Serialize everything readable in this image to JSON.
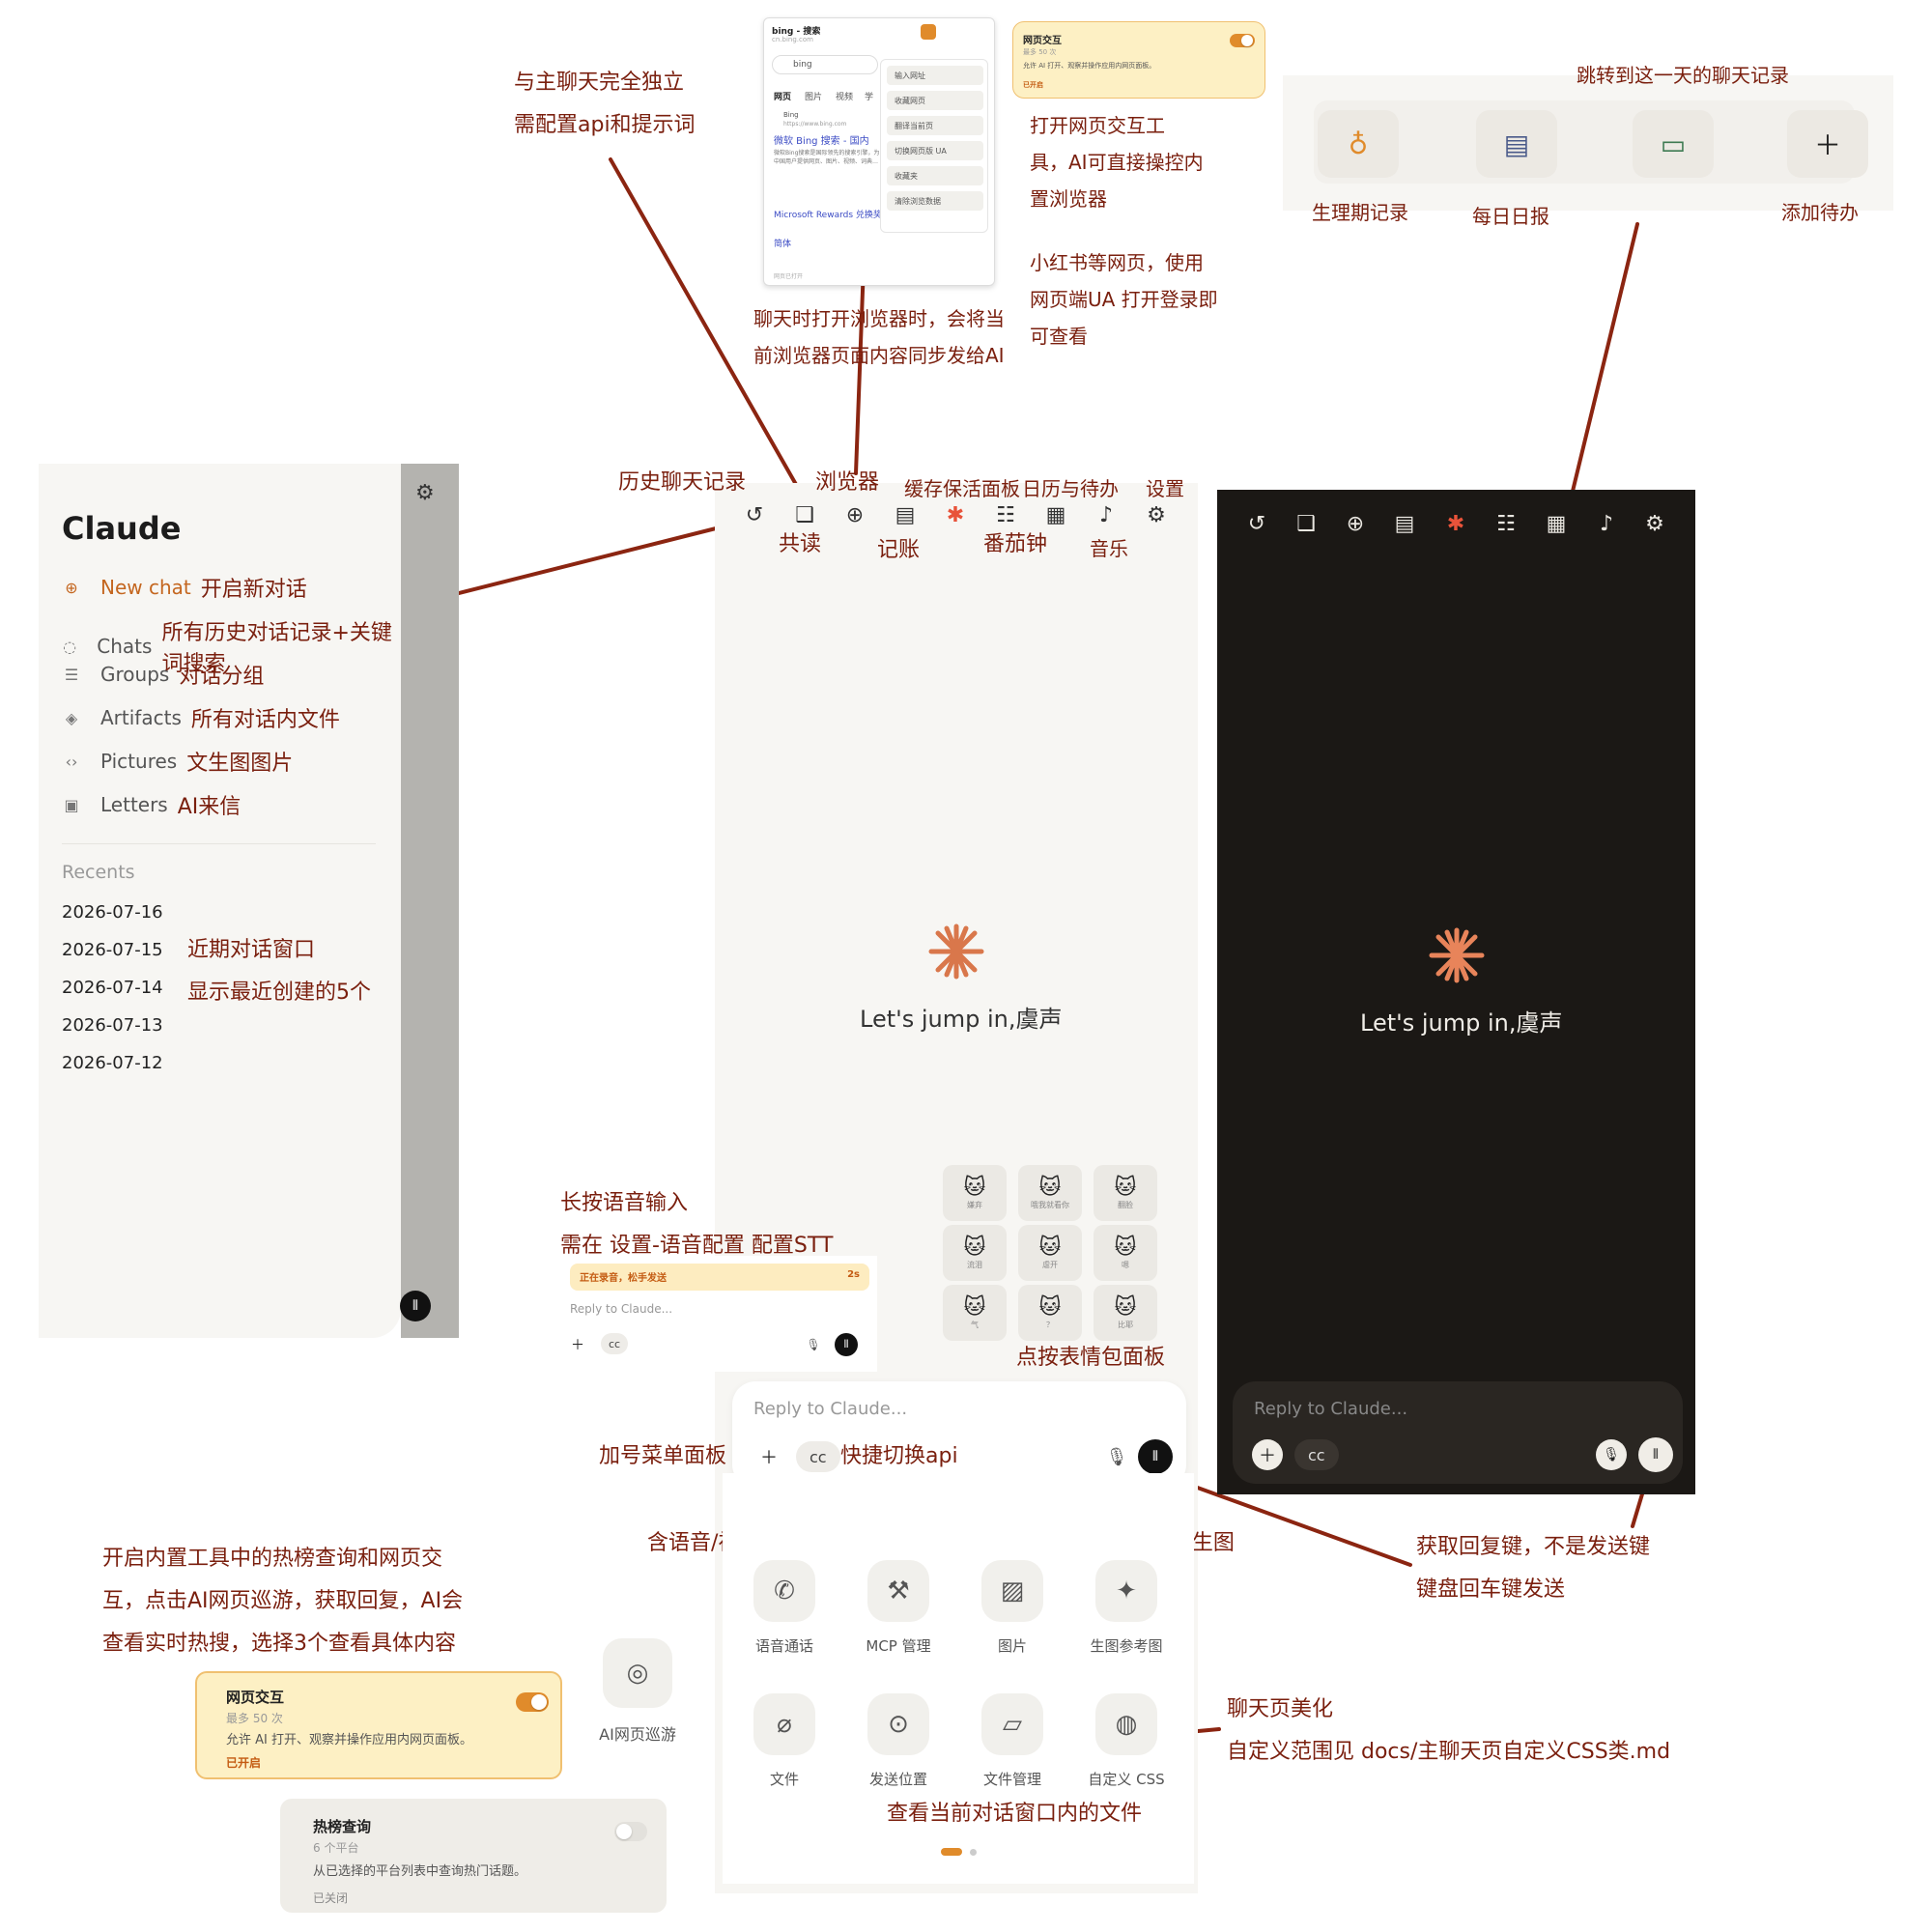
{
  "annotations": {
    "independent": [
      "与主聊天完全独立",
      "需配置api和提示词"
    ],
    "browser_sync": [
      "聊天时打开浏览器时，会将当",
      "前浏览器页面内容同步发给AI"
    ],
    "web_tool": [
      "打开网页交互工",
      "具，AI可直接操控内",
      "置浏览器"
    ],
    "xhs": [
      "小红书等网页，使用",
      "网页端UA 打开登录即",
      "可查看"
    ],
    "jump_day": "跳转到这一天的聊天记录",
    "history": "历史聊天记录",
    "browser": "浏览器",
    "cache": "缓存保活面板",
    "calendar": "日历与待办",
    "settings": "设置",
    "coread": "共读",
    "account": "记账",
    "pomodoro": "番茄钟",
    "music": "音乐",
    "recents": [
      "近期对话窗口",
      "显示最近创建的5个"
    ],
    "voice": [
      "长按语音输入",
      "需在 设置-语音配置 配置STT"
    ],
    "sticker": "点按表情包面板",
    "plus_menu": "加号菜单面板",
    "quick_api": "快捷切换api",
    "call": "含语音/视频/共享屏幕通话",
    "img_gen": "图生图/文+图生图",
    "reply_key": [
      "获取回复键，不是发送键",
      "键盘回车键发送"
    ],
    "ai_tour": [
      "开启内置工具中的热榜查询和网页交",
      "互，点击AI网页巡游，获取回复，AI会",
      "查看实时热搜，选择3个查看具体内容"
    ],
    "beautify": [
      "聊天页美化",
      "自定义范围见 docs/主聊天页自定义CSS类.md"
    ],
    "files_note": "查看当前对话窗口内的文件"
  },
  "sidebar": {
    "title": "Claude",
    "items": [
      {
        "label": "New chat",
        "note": "开启新对话",
        "icon": "plus-circle-icon"
      },
      {
        "label": "Chats",
        "note": "所有历史对话记录+关键词搜索",
        "icon": "chat-bubbles-icon"
      },
      {
        "label": "Groups",
        "note": "对话分组",
        "icon": "stack-icon"
      },
      {
        "label": "Artifacts",
        "note": "所有对话内文件",
        "icon": "shapes-icon"
      },
      {
        "label": "Pictures",
        "note": "文生图图片",
        "icon": "code-icon"
      },
      {
        "label": "Letters",
        "note": "AI来信",
        "icon": "mailbox-icon"
      }
    ],
    "recents_label": "Recents",
    "recents": [
      "2026-07-16",
      "2026-07-15",
      "2026-07-14",
      "2026-07-13",
      "2026-07-12"
    ]
  },
  "chat": {
    "greeting": "Let's jump in,虞声",
    "placeholder": "Reply to Claude...",
    "cc": "cc"
  },
  "voice_bar": {
    "text": "正在录音，松手发送",
    "time": "2s"
  },
  "menu": {
    "row1": [
      "语音通话",
      "MCP 管理",
      "图片",
      "生图参考图"
    ],
    "row2": [
      "文件",
      "发送位置",
      "文件管理",
      "自定义 CSS"
    ]
  },
  "ai_tour_label": "AI网页巡游",
  "cards": {
    "web": {
      "title": "网页交互",
      "sub": "最多 50 次",
      "desc": "允许 AI 打开、观察并操作应用内网页面板。",
      "status": "已开启"
    },
    "hot": {
      "title": "热榜查询",
      "sub": "6 个平台",
      "desc": "从已选择的平台列表中查询热门话题。",
      "status": "已关闭"
    }
  },
  "shortcuts": [
    "生理期记录",
    "每日日报",
    "添加待办"
  ],
  "browser_mock": {
    "title": "bing - 搜索",
    "url": "cn.bing.com",
    "search": "bing",
    "tabs": [
      "网页",
      "图片",
      "视频",
      "学"
    ],
    "menu": [
      "输入网址",
      "收藏网页",
      "翻译当前页",
      "切换网页版 UA",
      "收藏夹",
      "清除浏览数据"
    ],
    "result_title": "微软 Bing 搜索 - 国内",
    "result_site": "Bing",
    "result_url": "https://www.bing.com",
    "result_desc": "微软Bing搜索是国际领先的搜索引擎，为中国用户提供网页、图片、视频、词典…",
    "rewards": "Microsoft Rewards 兑换奖励",
    "lang": "简体",
    "footer": "网页已打开"
  },
  "stickers": [
    "嫌弃",
    "哦我就看你",
    "翻脸",
    "流泪",
    "虐开",
    "嗯",
    "气",
    "？",
    "比耶"
  ],
  "colors": {
    "accent": "#d9774b",
    "annotation": "#7a1f0e",
    "dark_bg": "#1b1815",
    "card_yellow": "#fdf0c4"
  }
}
